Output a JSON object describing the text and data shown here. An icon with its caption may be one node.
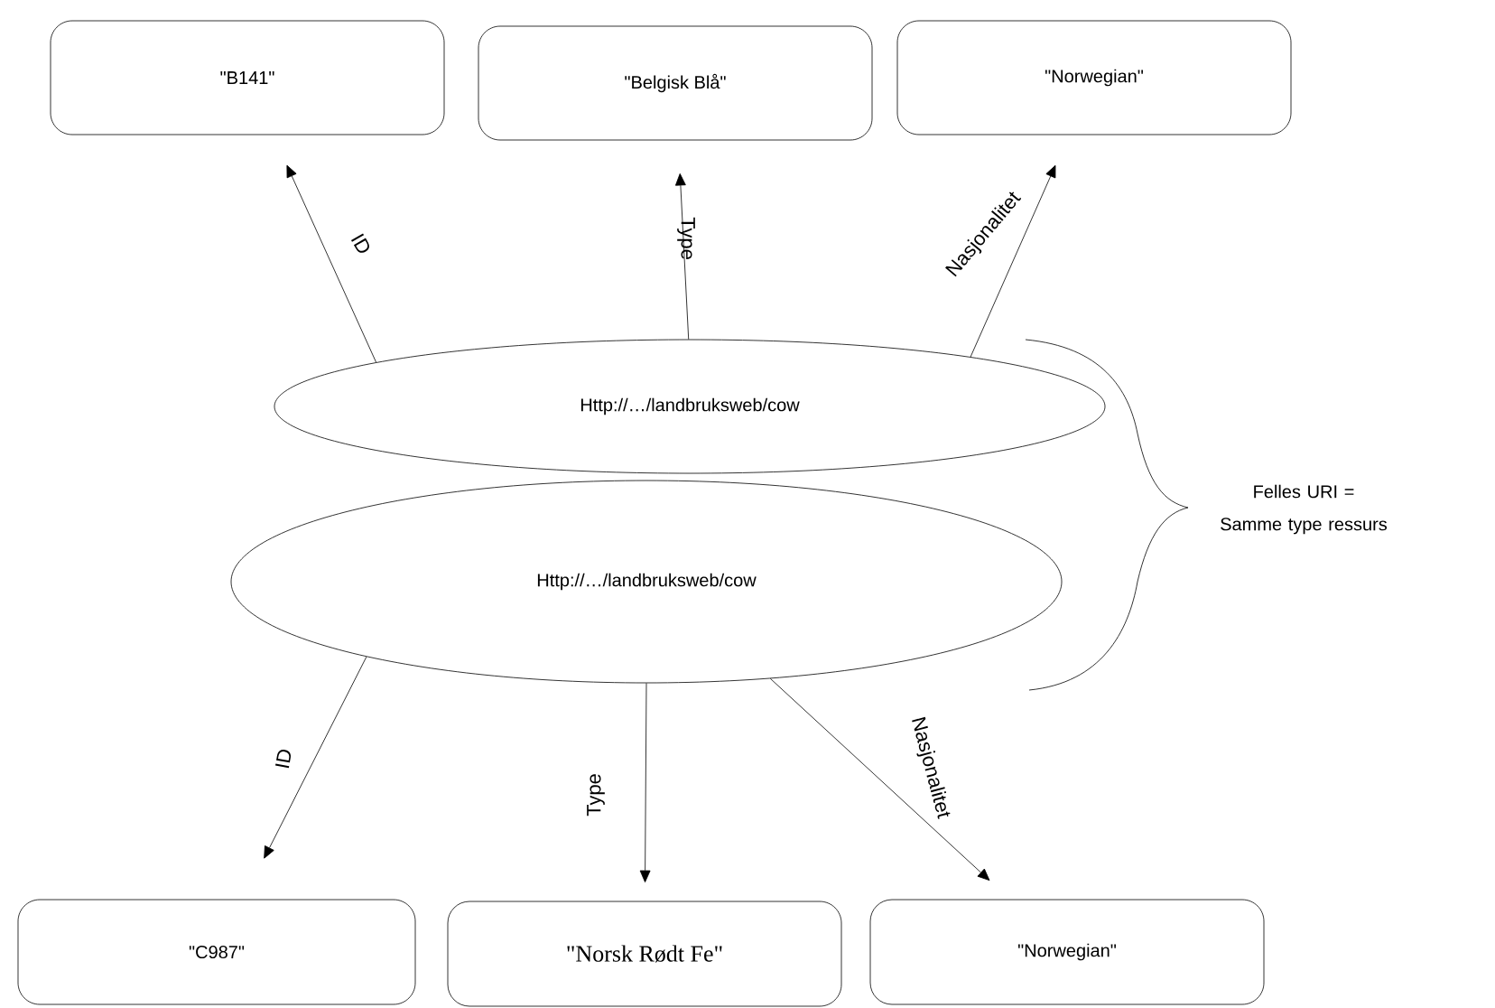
{
  "diagram": {
    "nodes": [
      {
        "text": [
          "\"B141\""
        ]
      },
      {
        "text": [
          "\"Belgisk Blå\""
        ]
      },
      {
        "text": [
          "\"Norwegian\""
        ]
      },
      {
        "text": [
          "Http://…/landbruksweb/cow"
        ]
      },
      {
        "text": [
          "Http://…/landbruksweb/cow"
        ]
      },
      {
        "text": [
          "\"C987\""
        ]
      },
      {
        "text": [
          "\"Norsk Rødt Fe\""
        ]
      },
      {
        "text": [
          "\"Norwegian\""
        ]
      }
    ],
    "edges": [
      {
        "from": 3,
        "to": 0,
        "arrow": "to",
        "label": "ID"
      },
      {
        "from": 3,
        "to": 1,
        "arrow": "to",
        "label": "Type"
      },
      {
        "from": 3,
        "to": 2,
        "arrow": "to",
        "label": "Nasjonalitet"
      },
      {
        "from": 4,
        "to": 5,
        "arrow": "to",
        "label": "ID"
      },
      {
        "from": 4,
        "to": 6,
        "arrow": "to",
        "label": "Type"
      },
      {
        "from": 4,
        "to": 7,
        "arrow": "to",
        "label": "Nasjonalitet"
      }
    ],
    "labels": [
      "Felles URI = Samme type ressurs"
    ]
  }
}
